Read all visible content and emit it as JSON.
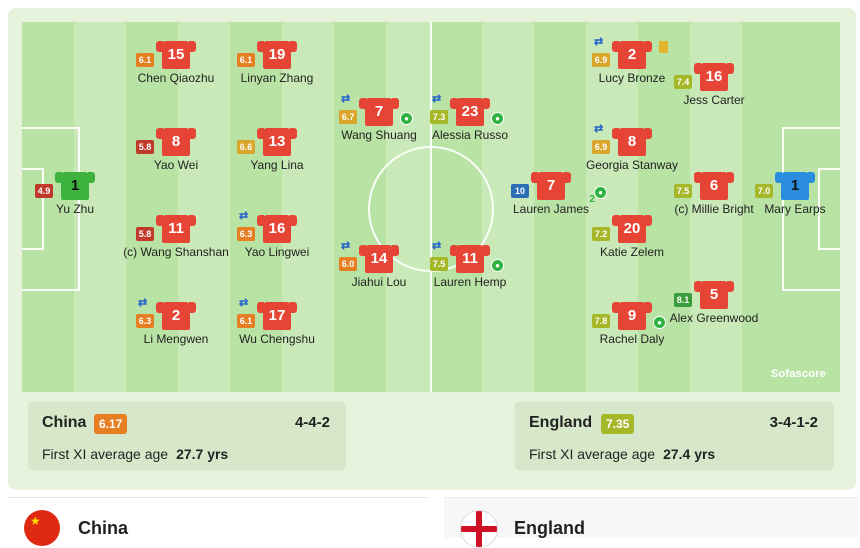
{
  "colors": {
    "red_shirt": "#e64535",
    "gk_china": "#3db33d",
    "gk_england": "#2a8de0"
  },
  "teams": {
    "china": {
      "name": "China",
      "rating": "6.17",
      "rating_color": "#e67e22",
      "formation": "4-4-2",
      "age_label": "First XI average age",
      "age_value": "27.7 yrs"
    },
    "england": {
      "name": "England",
      "rating": "7.35",
      "rating_color": "#a5b82a",
      "formation": "3-4-1-2",
      "age_label": "First XI average age",
      "age_value": "27.4 yrs"
    }
  },
  "watermark": "Sofascore",
  "players": [
    {
      "number": "1",
      "name": "Yu Zhu",
      "rating": "4.9",
      "rating_color": "#c0392b",
      "shirt": "green"
    },
    {
      "number": "15",
      "name": "Chen Qiaozhu",
      "rating": "6.1",
      "rating_color": "#e67e22",
      "shirt": "red"
    },
    {
      "number": "8",
      "name": "Yao Wei",
      "rating": "5.8",
      "rating_color": "#c0392b",
      "shirt": "red"
    },
    {
      "number": "11",
      "name": "(c) Wang Shanshan",
      "rating": "5.8",
      "rating_color": "#c0392b",
      "shirt": "red"
    },
    {
      "number": "2",
      "name": "Li Mengwen",
      "rating": "6.3",
      "rating_color": "#e67e22",
      "shirt": "red",
      "sub": true
    },
    {
      "number": "19",
      "name": "Linyan Zhang",
      "rating": "6.1",
      "rating_color": "#e67e22",
      "shirt": "red"
    },
    {
      "number": "13",
      "name": "Yang Lina",
      "rating": "6.6",
      "rating_color": "#d9a52a",
      "shirt": "red"
    },
    {
      "number": "16",
      "name": "Yao Lingwei",
      "rating": "6.3",
      "rating_color": "#e67e22",
      "shirt": "red",
      "sub": true
    },
    {
      "number": "17",
      "name": "Wu Chengshu",
      "rating": "6.1",
      "rating_color": "#e67e22",
      "shirt": "red",
      "sub": true
    },
    {
      "number": "7",
      "name": "Wang Shuang",
      "rating": "6.7",
      "rating_color": "#d9a52a",
      "shirt": "red",
      "sub": true,
      "goal": true
    },
    {
      "number": "14",
      "name": "Jiahui Lou",
      "rating": "6.0",
      "rating_color": "#e67e22",
      "shirt": "red",
      "sub": true
    },
    {
      "number": "23",
      "name": "Alessia Russo",
      "rating": "7.3",
      "rating_color": "#a5b82a",
      "shirt": "red",
      "sub": true,
      "goal": true
    },
    {
      "number": "11",
      "name": "Lauren Hemp",
      "rating": "7.5",
      "rating_color": "#a5b82a",
      "shirt": "red",
      "sub": true,
      "goal": true
    },
    {
      "number": "7",
      "name": "Lauren James",
      "rating": "10",
      "rating_color": "#2a6fb5",
      "shirt": "red",
      "goals": "2"
    },
    {
      "number": "2",
      "name": "Lucy Bronze",
      "rating": "6.9",
      "rating_color": "#d9a52a",
      "shirt": "red",
      "sub": true,
      "yellow": true
    },
    {
      "number": "8",
      "name": "Georgia Stanway",
      "rating": "6.9",
      "rating_color": "#d9a52a",
      "shirt": "red",
      "sub": true
    },
    {
      "number": "20",
      "name": "Katie Zelem",
      "rating": "7.2",
      "rating_color": "#a5b82a",
      "shirt": "red"
    },
    {
      "number": "9",
      "name": "Rachel Daly",
      "rating": "7.8",
      "rating_color": "#a5b82a",
      "shirt": "red",
      "goal": true
    },
    {
      "number": "16",
      "name": "Jess Carter",
      "rating": "7.4",
      "rating_color": "#a5b82a",
      "shirt": "red"
    },
    {
      "number": "6",
      "name": "(c) Millie Bright",
      "rating": "7.5",
      "rating_color": "#a5b82a",
      "shirt": "red"
    },
    {
      "number": "5",
      "name": "Alex Greenwood",
      "rating": "8.1",
      "rating_color": "#3a9d3a",
      "shirt": "red"
    },
    {
      "number": "1",
      "name": "Mary Earps",
      "rating": "7.0",
      "rating_color": "#a5b82a",
      "shirt": "blue"
    }
  ]
}
